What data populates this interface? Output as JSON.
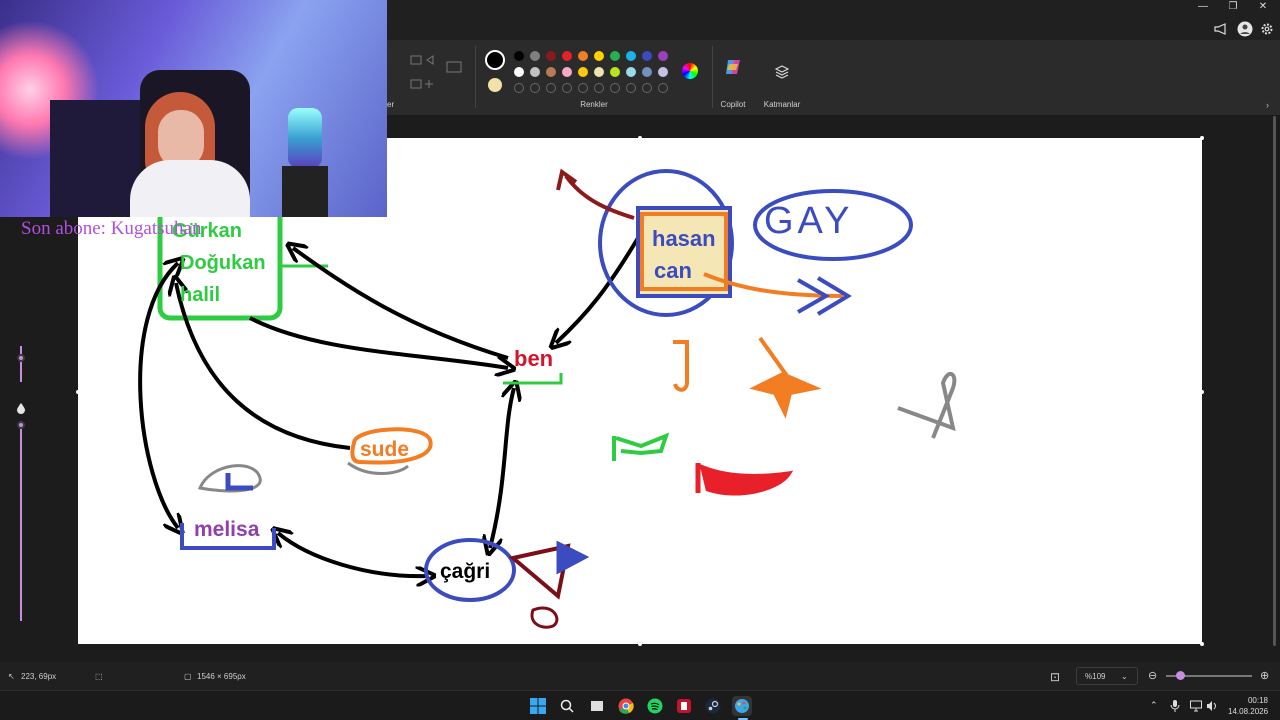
{
  "window": {
    "minimize_glyph": "—",
    "maximize_glyph": "❐",
    "close_glyph": "✕"
  },
  "ribbon": {
    "partial_label": "er",
    "colors_label": "Renkler",
    "copilot_label": "Copilot",
    "layers_label": "Katmanlar",
    "primary_color": "#000000",
    "secondary_color": "#f2e2a8",
    "palette_row1": [
      "#000000",
      "#7f7f7f",
      "#8b1a1a",
      "#e8202a",
      "#f27d22",
      "#ffd200",
      "#27b14c",
      "#1ab3e8",
      "#3b4cc0",
      "#9c3fbf"
    ],
    "palette_row2": [
      "#ffffff",
      "#c3c3c3",
      "#b97a57",
      "#f8a9c7",
      "#ffc90e",
      "#efe4b0",
      "#b5e61d",
      "#99d9ea",
      "#7092be",
      "#c8bfe7"
    ]
  },
  "drawing": {
    "names": {
      "gurkan": "Gürkan",
      "dogukan": "Doğukan",
      "halil": "halil",
      "ben": "ben",
      "sude": "sude",
      "melisa": "melisa",
      "cagri": "çağri",
      "hasan": "hasan",
      "can": "can",
      "gay": "GAY"
    }
  },
  "overlay": {
    "last_sub": "Son abone: Kugatsuhan"
  },
  "status": {
    "cursor_pos": "223, 69px",
    "canvas_size": "1546 × 695px",
    "zoom": "%109"
  },
  "taskbar": {
    "time": "00:18",
    "date": "14.08.2026"
  },
  "colors": {
    "accent": "#c98de0",
    "canvas_bg": "#ffffff",
    "app_bg": "#202020"
  }
}
